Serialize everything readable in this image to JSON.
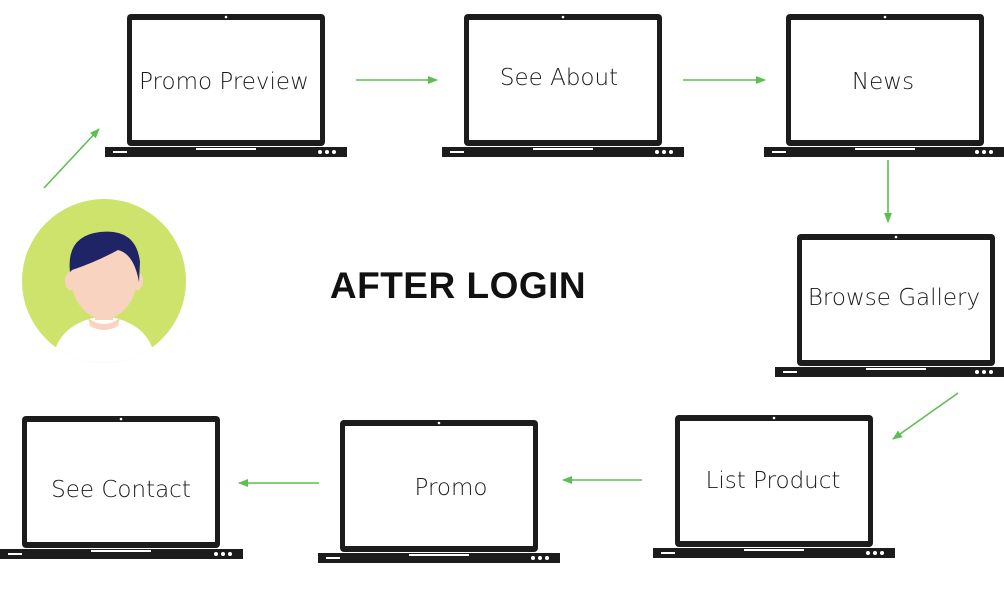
{
  "title": "AFTER LOGIN",
  "colors": {
    "arrow": "#5cbf4f",
    "laptop": "#1c1c1c",
    "avatar_bg": "#cde36b",
    "hair": "#1e2466",
    "skin": "#f7d3c0"
  },
  "steps": [
    {
      "label": "Promo Preview",
      "icon": "laptop-icon"
    },
    {
      "label": "See About",
      "icon": "laptop-icon"
    },
    {
      "label": "News",
      "icon": "laptop-icon"
    },
    {
      "label": "Browse Gallery",
      "icon": "laptop-icon"
    },
    {
      "label": "List Product",
      "icon": "laptop-icon"
    },
    {
      "label": "Promo",
      "icon": "laptop-icon"
    },
    {
      "label": "See Contact",
      "icon": "laptop-icon"
    }
  ],
  "user": {
    "icon": "user-avatar-icon"
  }
}
